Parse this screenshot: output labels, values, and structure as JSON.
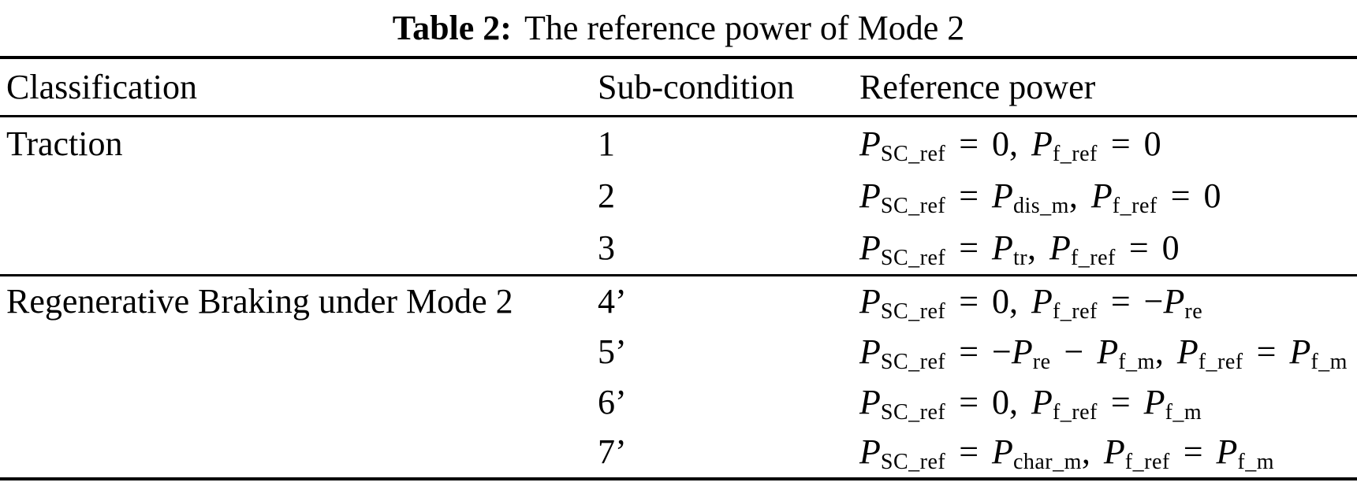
{
  "title": {
    "label": "Table 2:",
    "text": "The reference power of Mode 2"
  },
  "table": {
    "columns": [
      "Classification",
      "Sub-condition",
      "Reference power"
    ],
    "groups": [
      {
        "classification": "Traction",
        "rows": [
          {
            "sub_condition": "1",
            "reference_power": "P_{SC_ref} = 0, P_{f_ref} = 0"
          },
          {
            "sub_condition": "2",
            "reference_power": "P_{SC_ref} = P_{dis_m}, P_{f_ref} = 0"
          },
          {
            "sub_condition": "3",
            "reference_power": "P_{SC_ref} = P_{tr}, P_{f_ref} = 0"
          }
        ]
      },
      {
        "classification": "Regenerative Braking under Mode 2",
        "rows": [
          {
            "sub_condition": "4’",
            "reference_power": "P_{SC_ref} = 0, P_{f_ref} = −P_{re}"
          },
          {
            "sub_condition": "5’",
            "reference_power": "P_{SC_ref} = −P_{re} − P_{f_m}, P_{f_ref} = P_{f_m}"
          },
          {
            "sub_condition": "6’",
            "reference_power": "P_{SC_ref} = 0, P_{f_ref} = P_{f_m}"
          },
          {
            "sub_condition": "7’",
            "reference_power": "P_{SC_ref} = P_{char_m}, P_{f_ref} = P_{f_m}"
          }
        ]
      }
    ]
  },
  "colors": {
    "background": "#ffffff",
    "text": "#000000",
    "rule": "#000000"
  }
}
